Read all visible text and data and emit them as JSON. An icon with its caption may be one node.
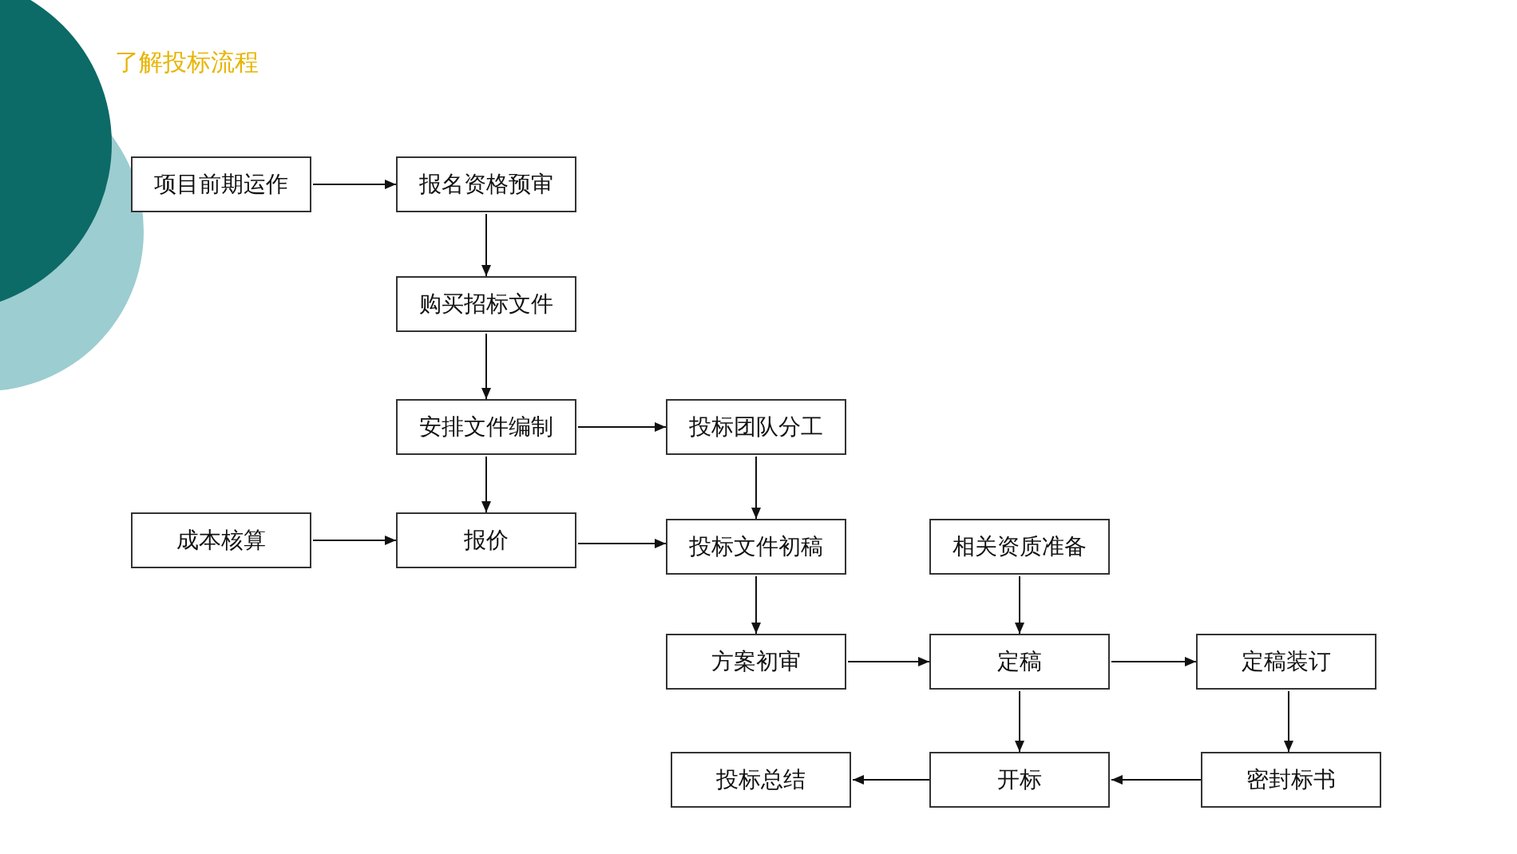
{
  "diagram": {
    "title": "了解投标流程",
    "nodes": [
      {
        "text": [
          "项目前期运作"
        ]
      },
      {
        "text": [
          "报名资格预审"
        ]
      },
      {
        "text": [
          "购买招标文件"
        ]
      },
      {
        "text": [
          "安排文件编制"
        ]
      },
      {
        "text": [
          "投标团队分工"
        ]
      },
      {
        "text": [
          "成本核算"
        ]
      },
      {
        "text": [
          "报价"
        ]
      },
      {
        "text": [
          "投标文件初稿"
        ]
      },
      {
        "text": [
          "相关资质准备"
        ]
      },
      {
        "text": [
          "方案初审"
        ]
      },
      {
        "text": [
          "定稿"
        ]
      },
      {
        "text": [
          "定稿装订"
        ]
      },
      {
        "text": [
          "投标总结"
        ]
      },
      {
        "text": [
          "开标"
        ]
      },
      {
        "text": [
          "密封标书"
        ]
      }
    ],
    "edges": [
      {
        "from": 0,
        "to": 1,
        "arrow": "to"
      },
      {
        "from": 1,
        "to": 2,
        "arrow": "to"
      },
      {
        "from": 2,
        "to": 3,
        "arrow": "to"
      },
      {
        "from": 3,
        "to": 4,
        "arrow": "to"
      },
      {
        "from": 3,
        "to": 6,
        "arrow": "to"
      },
      {
        "from": 5,
        "to": 6,
        "arrow": "to"
      },
      {
        "from": 6,
        "to": 7,
        "arrow": "to"
      },
      {
        "from": 4,
        "to": 7,
        "arrow": "to"
      },
      {
        "from": 7,
        "to": 9,
        "arrow": "to"
      },
      {
        "from": 8,
        "to": 10,
        "arrow": "to"
      },
      {
        "from": 9,
        "to": 10,
        "arrow": "to"
      },
      {
        "from": 10,
        "to": 11,
        "arrow": "to"
      },
      {
        "from": 10,
        "to": 13,
        "arrow": "to"
      },
      {
        "from": 11,
        "to": 14,
        "arrow": "to"
      },
      {
        "from": 14,
        "to": 13,
        "arrow": "to"
      },
      {
        "from": 13,
        "to": 12,
        "arrow": "to"
      }
    ]
  }
}
